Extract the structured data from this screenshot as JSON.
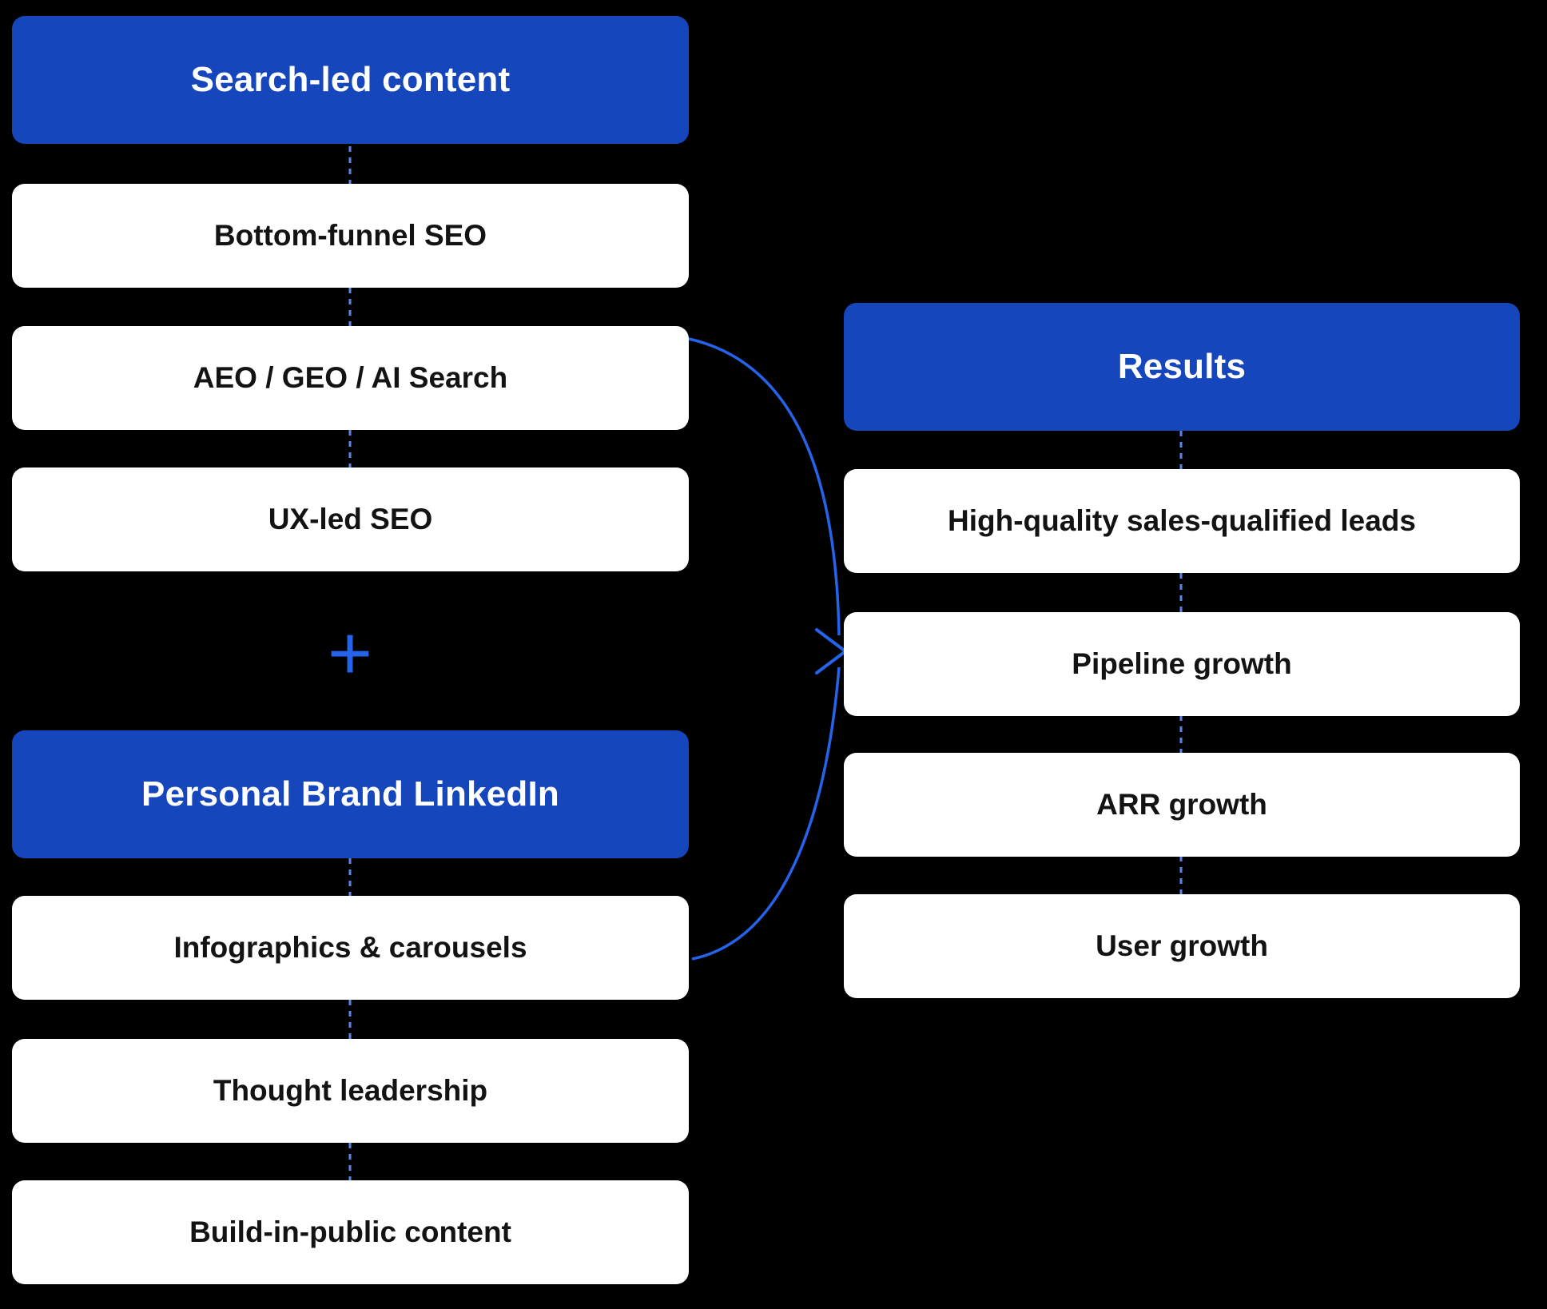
{
  "colors": {
    "header_bg": "#1646bb",
    "accent": "#2563eb",
    "connector": "#5b87e8",
    "box_bg": "#ffffff",
    "box_text": "#131313",
    "background": "#000000"
  },
  "left": {
    "group1": {
      "header": "Search-led content",
      "items": [
        "Bottom-funnel SEO",
        "AEO / GEO / AI Search",
        "UX-led SEO"
      ]
    },
    "plus": "+",
    "group2": {
      "header": "Personal Brand LinkedIn",
      "items": [
        "Infographics & carousels",
        "Thought leadership",
        "Build-in-public content"
      ]
    }
  },
  "right": {
    "header": "Results",
    "items": [
      "High-quality sales-qualified leads",
      "Pipeline growth",
      "ARR growth",
      "User growth"
    ]
  }
}
